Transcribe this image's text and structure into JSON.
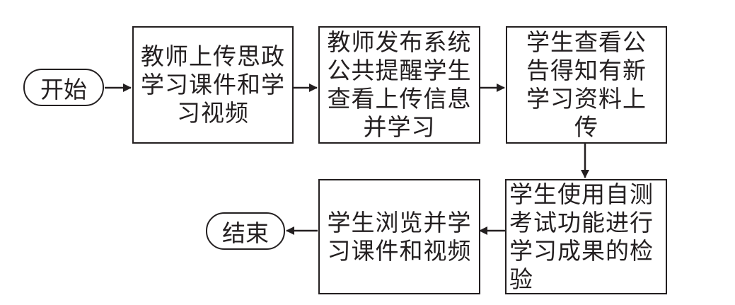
{
  "start": "开始",
  "end": "结束",
  "steps": {
    "upload": "教师上传思政学习课件和学习视频",
    "remind": "教师发布系统公共提醒学生查看上传信息并学习",
    "notice": "学生查看公告得知有新学习资料上传",
    "selftest": "学生使用自测考试功能进行学习成果的检验",
    "browse": "学生浏览并学习课件和视频"
  },
  "colors": {
    "stroke": "#231f20",
    "background": "#ffffff"
  }
}
